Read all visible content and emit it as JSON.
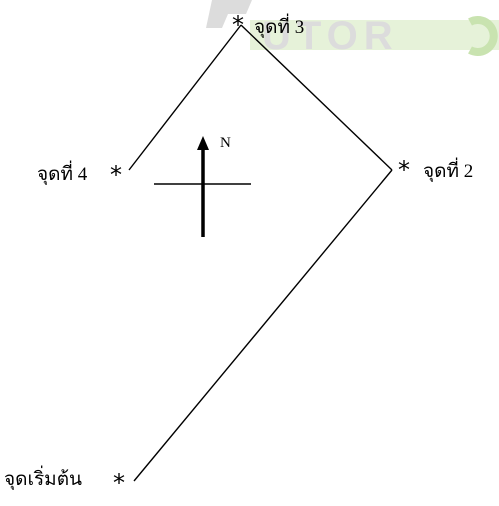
{
  "watermark": {
    "text": "UTOR",
    "colors": {
      "letters": "#dcdcdc",
      "band": "#e6f2d9",
      "accent": "#c9e3b0"
    }
  },
  "points": [
    {
      "id": "start",
      "label": "จุดเริ่มต้น",
      "marker": "*"
    },
    {
      "id": "p2",
      "label": "จุดที่ 2",
      "marker": "*"
    },
    {
      "id": "p3",
      "label": "จุดที่ 3",
      "marker": "*"
    },
    {
      "id": "p4",
      "label": "จุดที่ 4",
      "marker": "*"
    }
  ],
  "compass": {
    "north_label": "N"
  },
  "colors": {
    "line": "#000000",
    "text": "#000000",
    "background": "#ffffff"
  }
}
